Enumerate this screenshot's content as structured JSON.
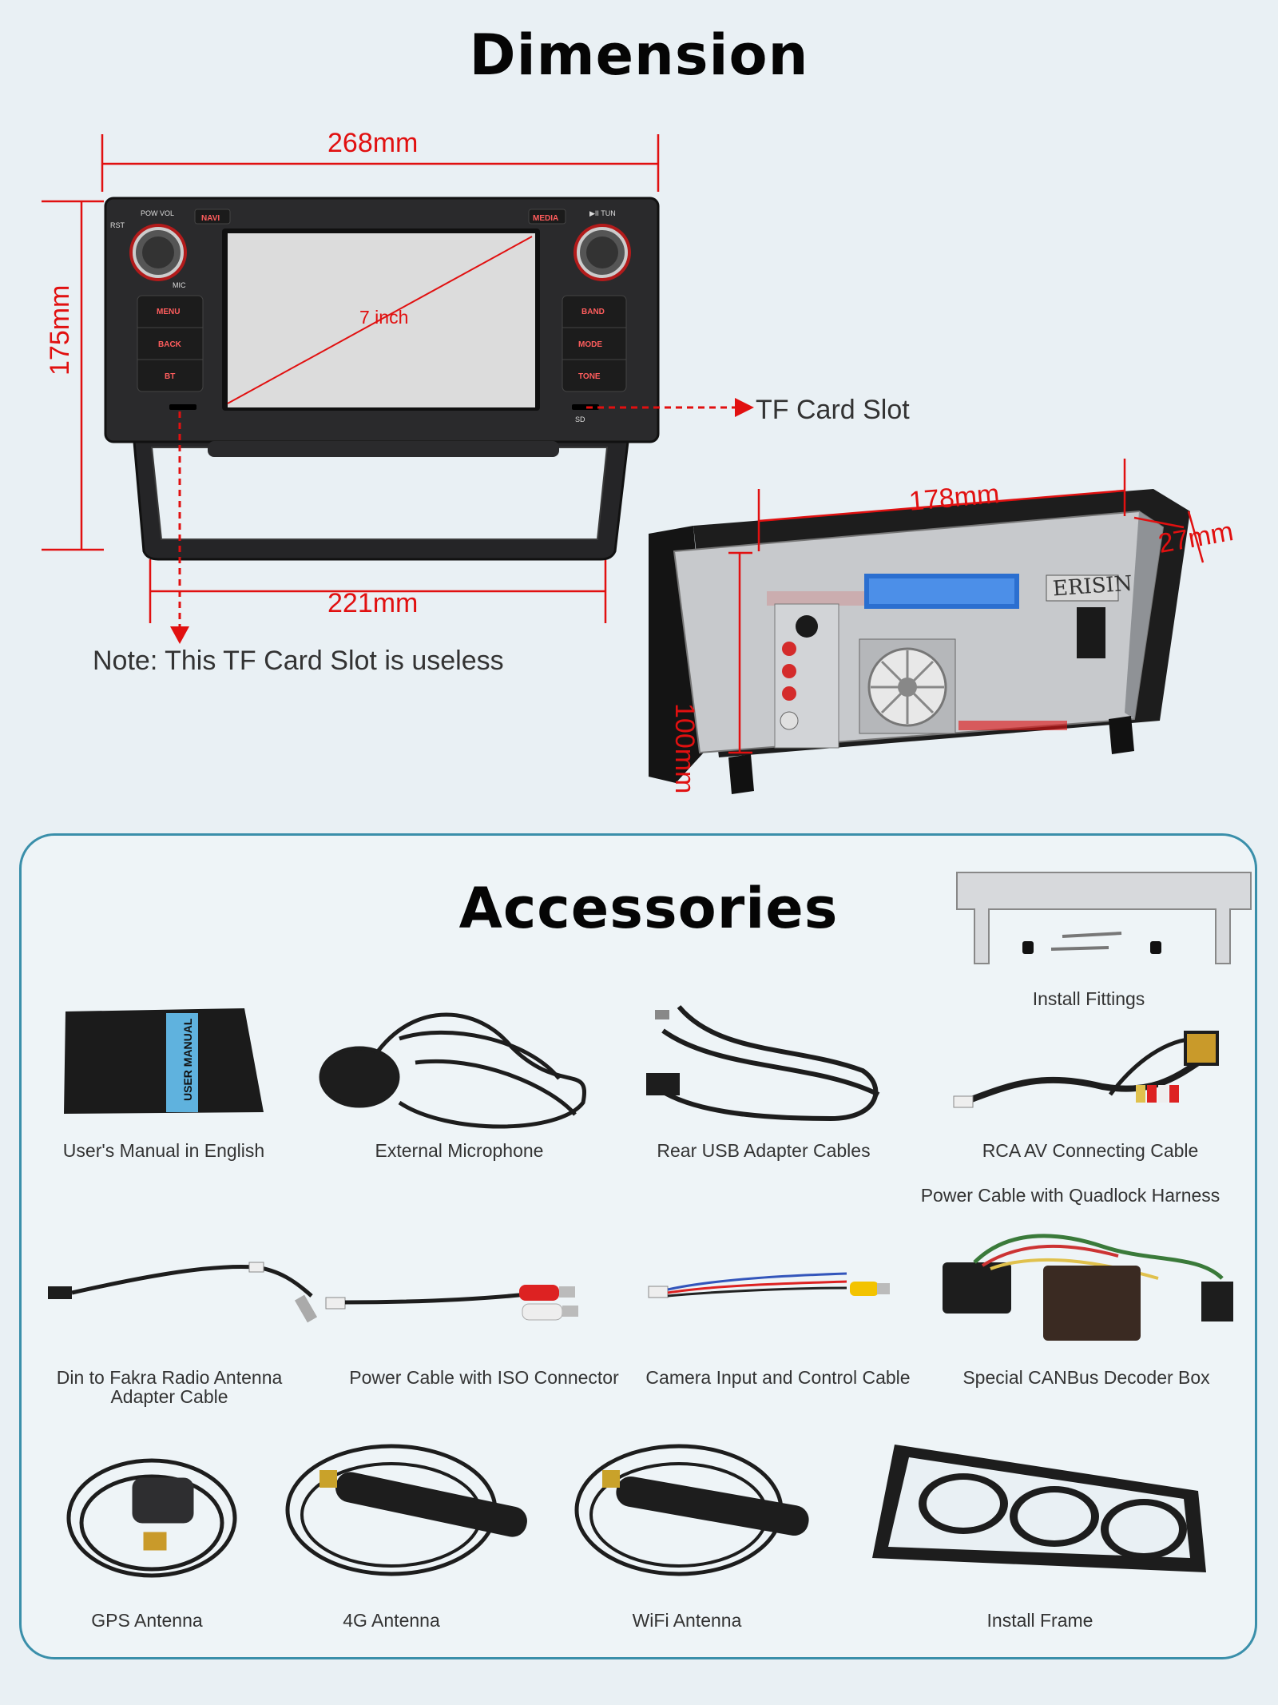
{
  "dimension": {
    "title": "Dimension",
    "width_top": "268mm",
    "height_side": "175mm",
    "width_bottom": "221mm",
    "screen_size": "7 inch",
    "tf_card_slot": "TF Card Slot",
    "note": "Note: This TF Card Slot is useless",
    "back_width": "178mm",
    "back_depth": "27mm",
    "back_height": "100mm",
    "brand": "ERISIN",
    "button_labels": {
      "pow_vol": "POW VOL",
      "rst": "RST",
      "navi": "NAVI",
      "media": "MEDIA",
      "tun": "▶II TUN",
      "mic": "MIC",
      "menu": "MENU",
      "back": "BACK",
      "bt": "BT",
      "band": "BAND",
      "mode": "MODE",
      "tone": "TONE",
      "sd": "SD"
    },
    "manual_label": "USER MANUAL"
  },
  "accessories": {
    "title": "Accessories",
    "items": [
      {
        "label": "Install Fittings"
      },
      {
        "label": "User's Manual in English"
      },
      {
        "label": "External Microphone"
      },
      {
        "label": "Rear USB Adapter Cables"
      },
      {
        "label": "RCA AV Connecting Cable"
      },
      {
        "label": "Power Cable with Quadlock Harness"
      },
      {
        "label": "Din to Fakra Radio Antenna"
      },
      {
        "label": "Adapter Cable"
      },
      {
        "label": "Power Cable with ISO Connector"
      },
      {
        "label": "Camera Input and Control Cable"
      },
      {
        "label": "Special CANBus Decoder Box"
      },
      {
        "label": "GPS Antenna"
      },
      {
        "label": "4G Antenna"
      },
      {
        "label": "WiFi Antenna"
      },
      {
        "label": "Install Frame"
      }
    ]
  },
  "colors": {
    "background": "#e9f0f4",
    "dimension_red": "#e11010",
    "panel_border": "#3a8faa"
  }
}
